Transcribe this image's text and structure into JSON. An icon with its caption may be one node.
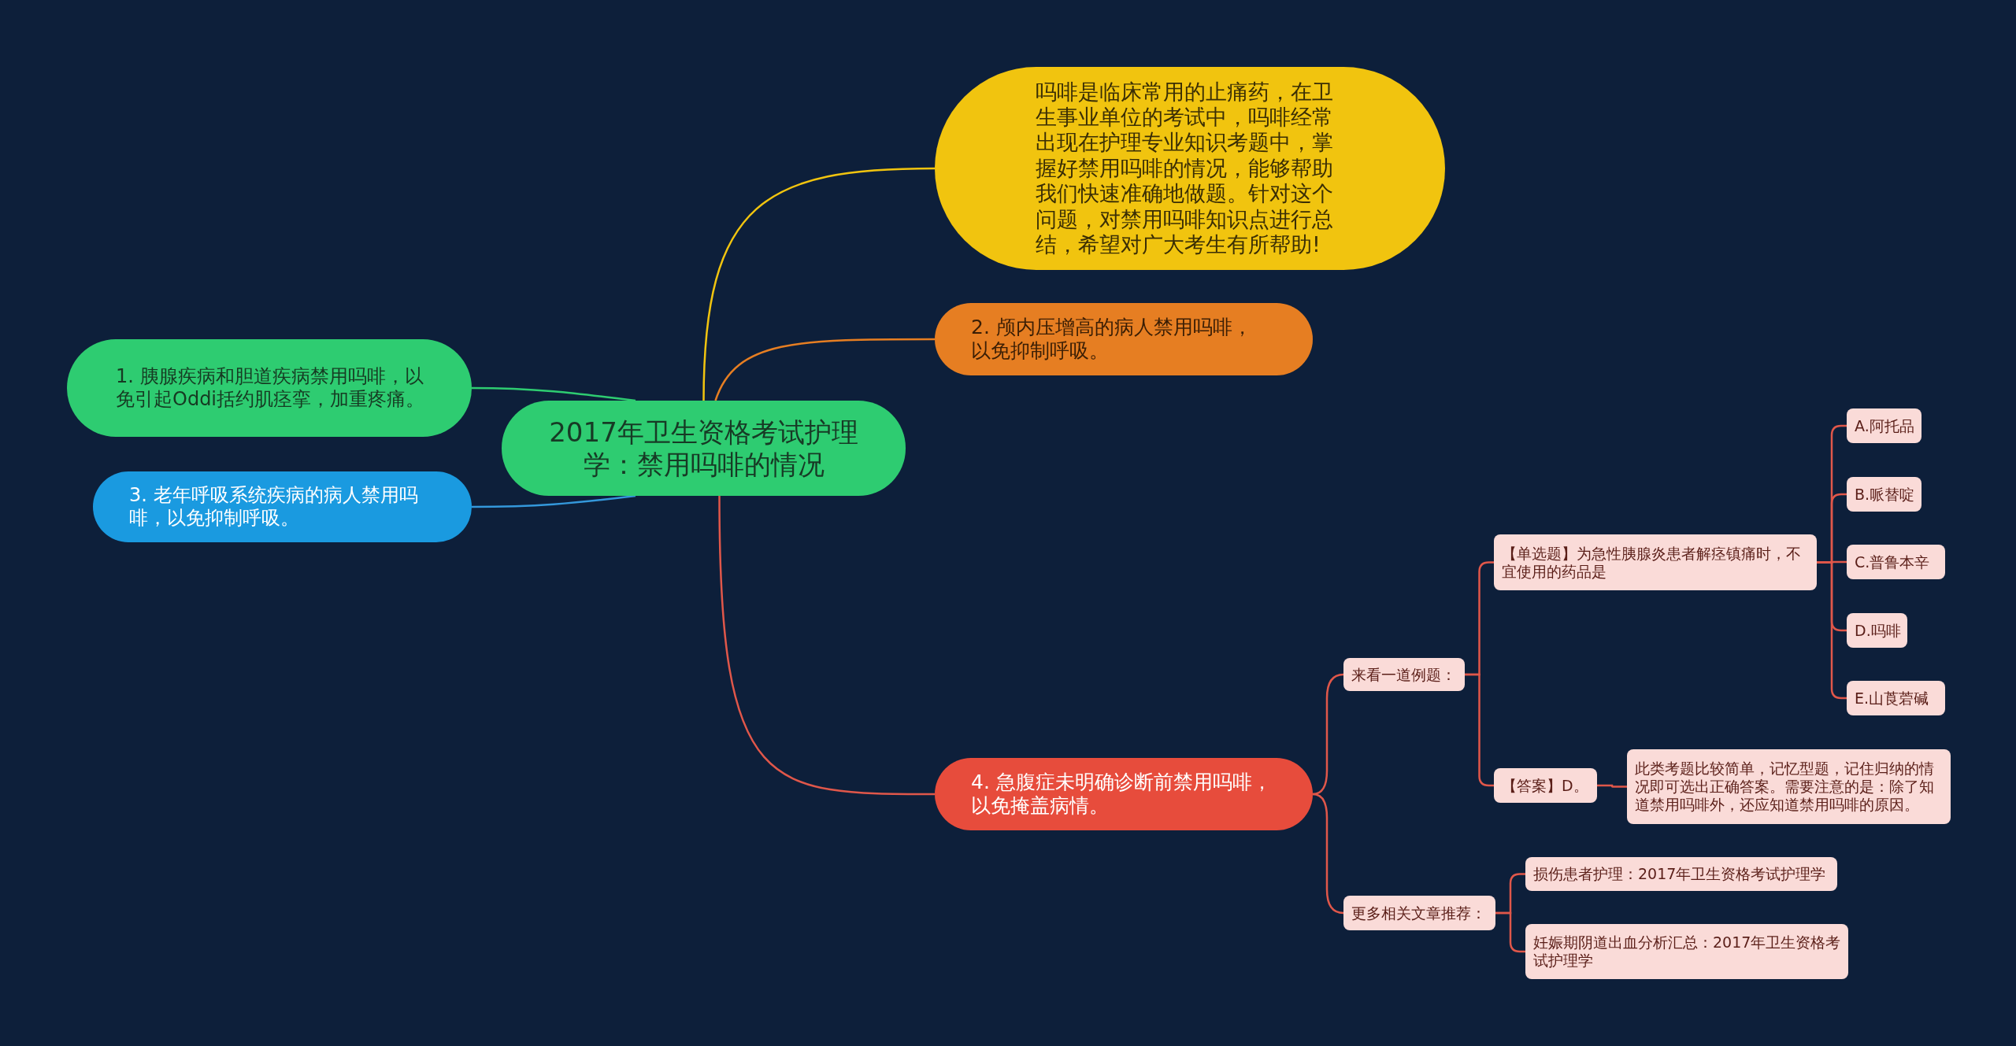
{
  "diagram": {
    "nodes": [
      {
        "text": [
          "2017年卫生资格考试护理学：禁用吗啡的情况"
        ]
      },
      {
        "text": [
          "吗啡是临床常用的止痛药，在卫生事业单位的考试中，吗啡经常出现在护理专业知识考题中，掌握好禁用吗啡的情况，能够帮助我们快速准确地做题。针对这个问题，对禁用吗啡知识点进行总结，希望对广大考生有所帮助!"
        ]
      },
      {
        "text": [
          "2. 颅内压增高的病人禁用吗啡，以免抑制呼吸。"
        ]
      },
      {
        "text": [
          "1. 胰腺疾病和胆道疾病禁用吗啡，以免引起Oddi括约肌痉挛，加重疼痛。"
        ]
      },
      {
        "text": [
          "3. 老年呼吸系统疾病的病人禁用吗啡，以免抑制呼吸。"
        ]
      },
      {
        "text": [
          "4. 急腹症未明确诊断前禁用吗啡，以免掩盖病情。"
        ]
      },
      {
        "text": [
          "来看一道例题："
        ]
      },
      {
        "text": [
          "【单选题】为急性胰腺炎患者解痉镇痛时，不宜使用的药品是"
        ]
      },
      {
        "text": [
          "A.阿托品"
        ]
      },
      {
        "text": [
          "B.哌替啶"
        ]
      },
      {
        "text": [
          "C.普鲁本辛"
        ]
      },
      {
        "text": [
          "D.吗啡"
        ]
      },
      {
        "text": [
          "E.山莨菪碱"
        ]
      },
      {
        "text": [
          "【答案】D。"
        ]
      },
      {
        "text": [
          "此类考题比较简单，记忆型题，记住归纳的情况即可选出正确答案。需要注意的是：除了知道禁用吗啡外，还应知道禁用吗啡的原因。"
        ]
      },
      {
        "text": [
          "更多相关文章推荐："
        ]
      },
      {
        "text": [
          "损伤患者护理：2017年卫生资格考试护理学"
        ]
      },
      {
        "text": [
          "妊娠期阴道出血分析汇总：2017年卫生资格考试护理学"
        ]
      }
    ],
    "edges": [
      {
        "from": 0,
        "to": 1,
        "arrow": "none",
        "color": "#f1c40f"
      },
      {
        "from": 0,
        "to": 2,
        "arrow": "none",
        "color": "#e67e22"
      },
      {
        "from": 0,
        "to": 3,
        "arrow": "none",
        "color": "#2ecc71"
      },
      {
        "from": 0,
        "to": 4,
        "arrow": "none",
        "color": "#3498db"
      },
      {
        "from": 0,
        "to": 5,
        "arrow": "none"
      },
      {
        "from": 5,
        "to": 6,
        "arrow": "none"
      },
      {
        "from": 5,
        "to": 15,
        "arrow": "none"
      },
      {
        "from": 6,
        "to": 7,
        "arrow": "none"
      },
      {
        "from": 6,
        "to": 13,
        "arrow": "none"
      },
      {
        "from": 7,
        "to": 8,
        "arrow": "none"
      },
      {
        "from": 7,
        "to": 9,
        "arrow": "none"
      },
      {
        "from": 7,
        "to": 10,
        "arrow": "none"
      },
      {
        "from": 7,
        "to": 11,
        "arrow": "none"
      },
      {
        "from": 7,
        "to": 12,
        "arrow": "none"
      },
      {
        "from": 13,
        "to": 14,
        "arrow": "none"
      },
      {
        "from": 15,
        "to": 16,
        "arrow": "none"
      },
      {
        "from": 15,
        "to": 17,
        "arrow": "none"
      }
    ]
  }
}
